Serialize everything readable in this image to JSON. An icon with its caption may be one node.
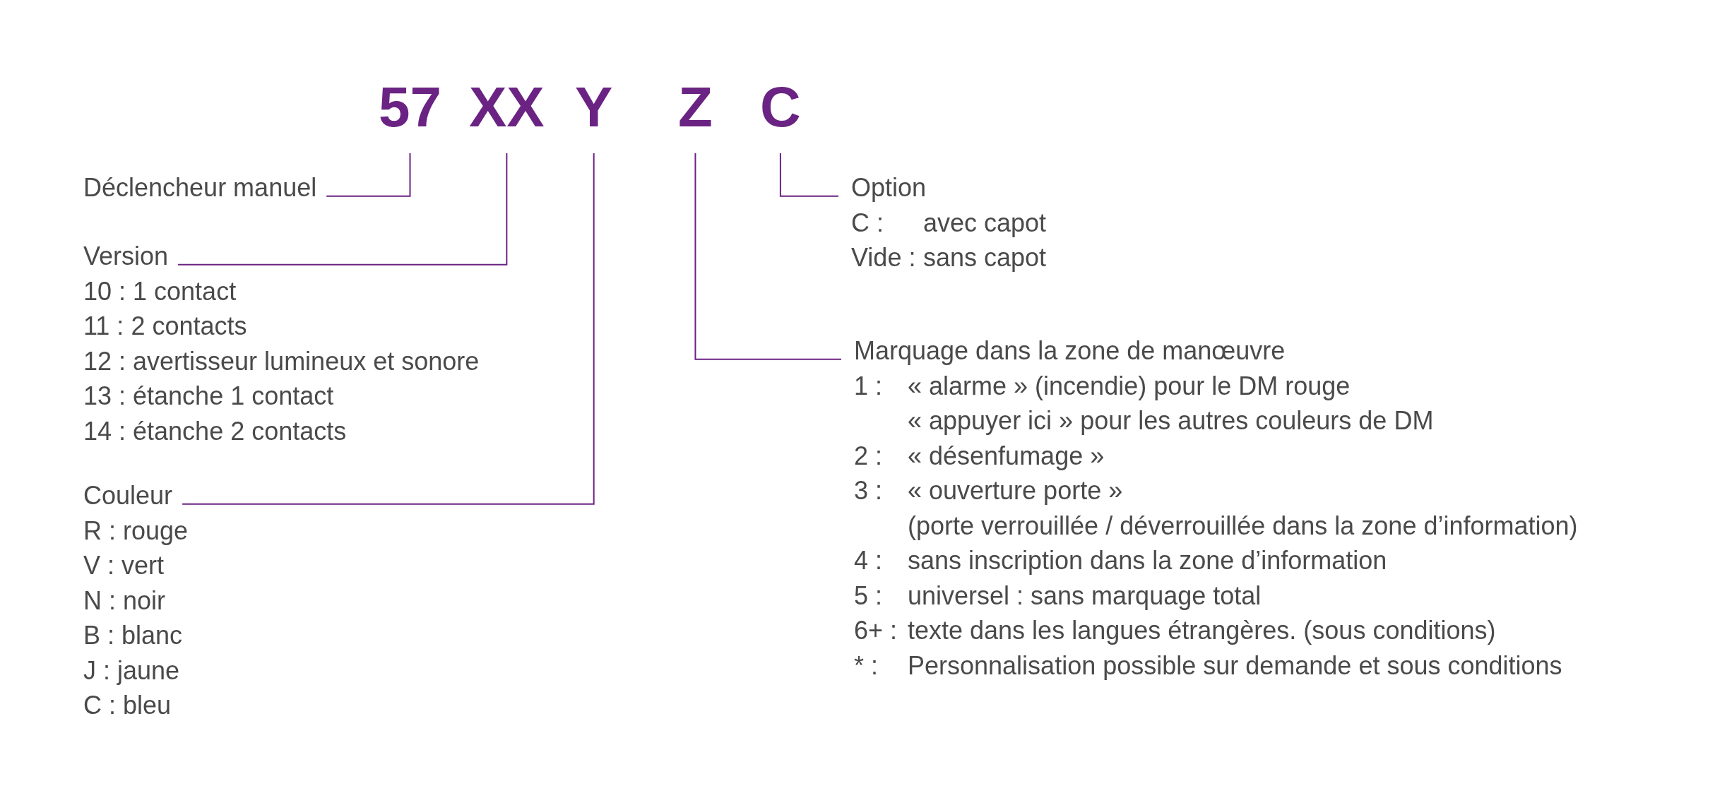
{
  "diagram": {
    "nodes": [
      {
        "text": [
          "57"
        ]
      },
      {
        "text": [
          "XX"
        ]
      },
      {
        "text": [
          "Y"
        ]
      },
      {
        "text": [
          "Z"
        ]
      },
      {
        "text": [
          "C"
        ]
      },
      {
        "text": [
          "Déclencheur manuel"
        ]
      },
      {
        "text": [
          "Version",
          "10 : 1 contact",
          "11 : 2 contacts",
          "12 : avertisseur lumineux et sonore",
          "13 : étanche 1 contact",
          "14 : étanche 2 contacts"
        ]
      },
      {
        "text": [
          "Couleur",
          "R : rouge",
          "V : vert",
          "N : noir",
          "B : blanc",
          "J : jaune",
          "C : bleu"
        ]
      },
      {
        "text": [
          "Option",
          "C :",
          "avec capot",
          "Vide :",
          "sans capot"
        ]
      },
      {
        "text": [
          "Marquage dans la zone de manœuvre",
          "1 :",
          "« alarme » (incendie) pour le DM rouge",
          "« appuyer ici » pour les autres couleurs de DM",
          "2 :",
          "« désenfumage »",
          "3 :",
          "« ouverture porte »",
          "(porte verrouillée / déverrouillée dans la zone d’information)",
          "4 :",
          "sans inscription dans la zone d’information",
          "5 :",
          "universel : sans marquage total",
          "6+ :",
          "texte dans les langues étrangères. (sous conditions)",
          "* :",
          "Personnalisation possible sur demande et sous conditions"
        ]
      }
    ],
    "edges": [
      {
        "from": 0,
        "to": 5,
        "arrow": "none"
      },
      {
        "from": 1,
        "to": 6,
        "arrow": "none"
      },
      {
        "from": 2,
        "to": 7,
        "arrow": "none"
      },
      {
        "from": 4,
        "to": 8,
        "arrow": "none"
      },
      {
        "from": 3,
        "to": 9,
        "arrow": "none"
      }
    ]
  }
}
